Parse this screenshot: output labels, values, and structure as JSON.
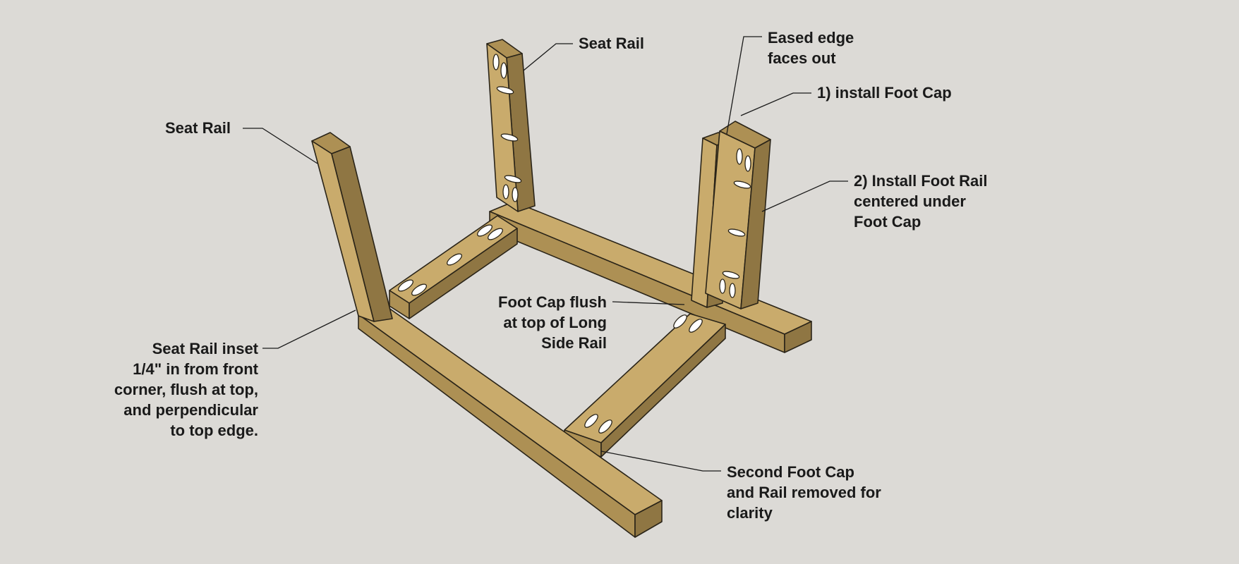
{
  "labels": {
    "seat_rail_back": "Seat Rail",
    "seat_rail_left": "Seat Rail",
    "eased_edge": "Eased edge\nfaces out",
    "install_foot_cap": "1) install Foot Cap",
    "install_foot_rail": "2) Install Foot Rail\ncentered under\nFoot Cap",
    "foot_cap_flush": "Foot Cap flush\nat top of Long\nSide Rail",
    "seat_rail_inset": "Seat Rail inset\n1/4\" in from front\ncorner, flush at top,\nand perpendicular\nto top edge.",
    "second_foot_cap": "Second Foot Cap\nand Rail removed for\nclarity"
  },
  "colors": {
    "background": "#dcdad6",
    "wood_top": "#c9ab6c",
    "wood_side": "#ad9054",
    "outline": "#2a2418"
  }
}
